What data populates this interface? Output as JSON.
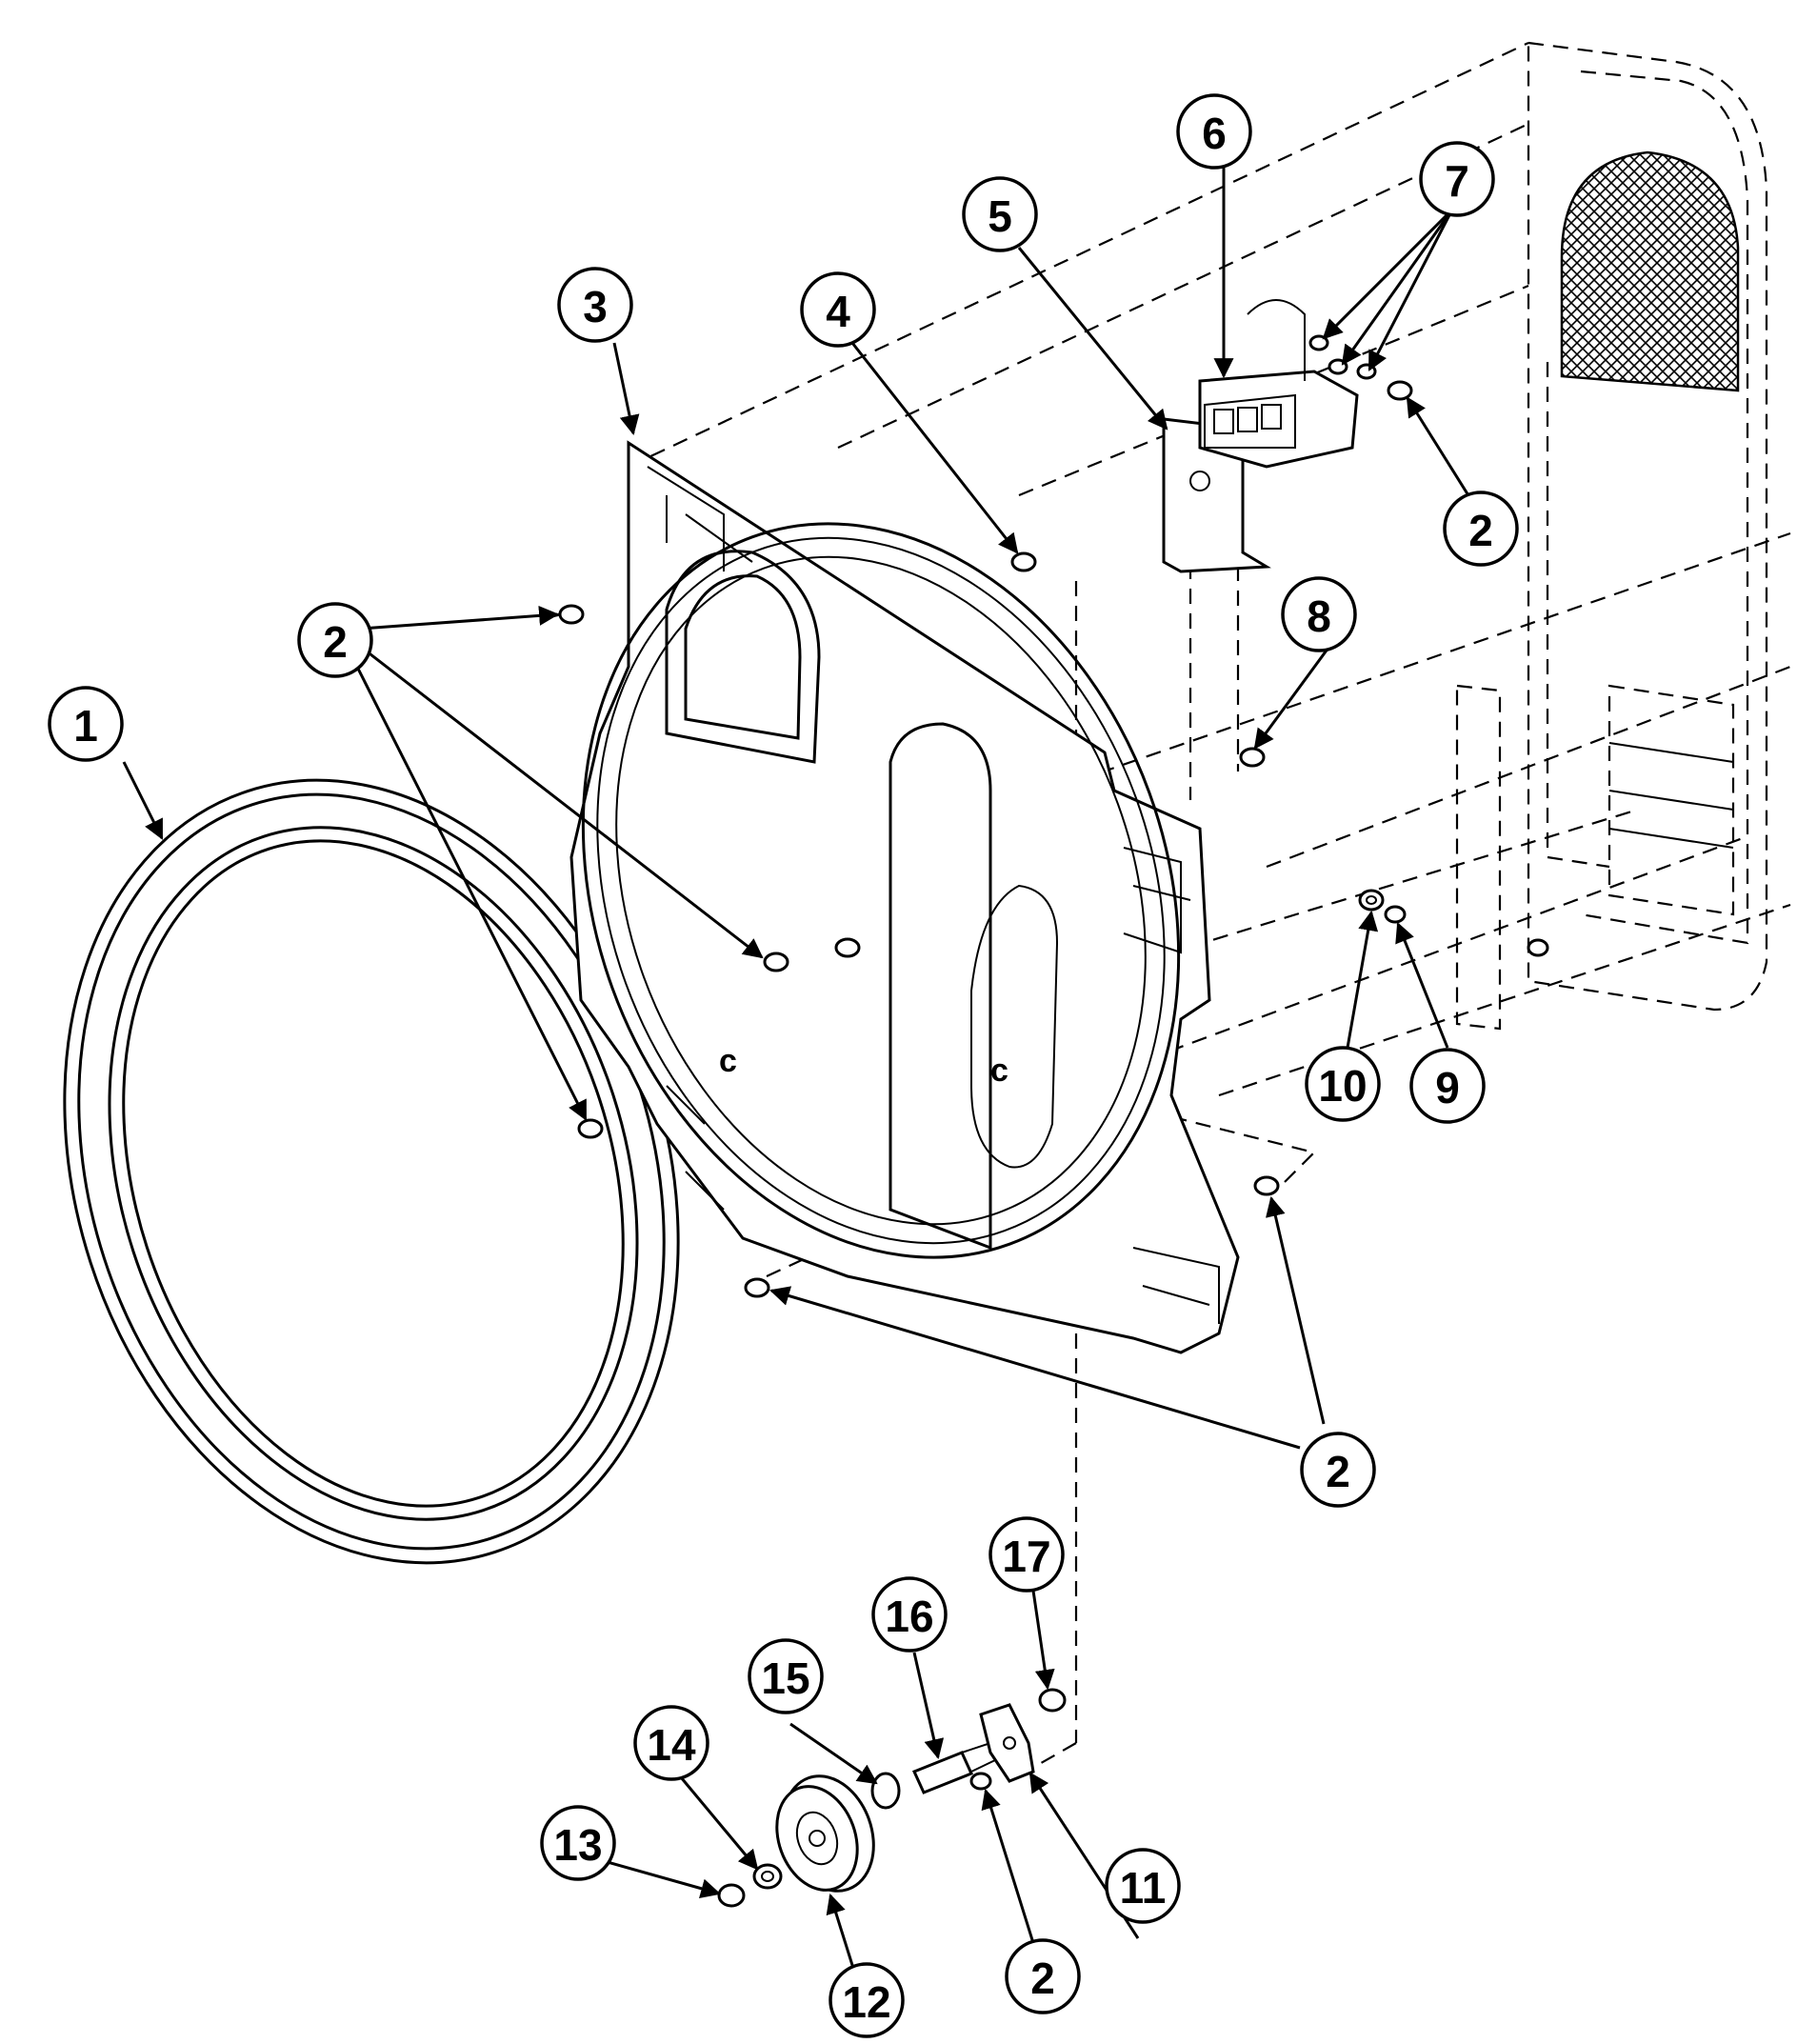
{
  "callouts": [
    {
      "label": "1"
    },
    {
      "label": "2"
    },
    {
      "label": "2"
    },
    {
      "label": "2"
    },
    {
      "label": "2"
    },
    {
      "label": "2"
    },
    {
      "label": "3"
    },
    {
      "label": "4"
    },
    {
      "label": "5"
    },
    {
      "label": "6"
    },
    {
      "label": "7"
    },
    {
      "label": "8"
    },
    {
      "label": "9"
    },
    {
      "label": "10"
    },
    {
      "label": "11"
    },
    {
      "label": "12"
    },
    {
      "label": "13"
    },
    {
      "label": "14"
    },
    {
      "label": "15"
    },
    {
      "label": "16"
    },
    {
      "label": "17"
    }
  ],
  "colors": {
    "ink": "#000000",
    "paper": "#ffffff"
  }
}
